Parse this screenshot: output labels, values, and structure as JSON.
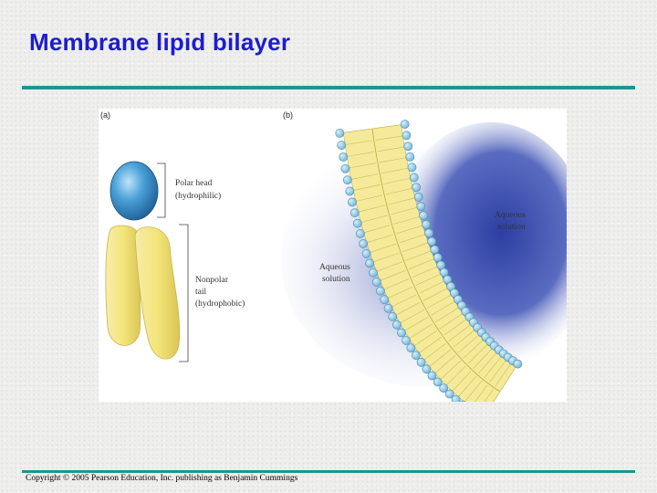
{
  "slide": {
    "title": "Membrane lipid bilayer",
    "copyright": "Copyright © 2005 Pearson Education, Inc. publishing as Benjamin Cummings"
  },
  "figure": {
    "panel_a": {
      "label": "(a)",
      "head_label_1": "Polar head",
      "head_label_2": "(hydrophilic)",
      "tail_label_1": "Nonpolar",
      "tail_label_2": "tail",
      "tail_label_3": "(hydrophobic)"
    },
    "panel_b": {
      "label": "(b)",
      "aqueous_outer_1": "Aqueous",
      "aqueous_outer_2": "solution",
      "aqueous_inner_1": "Aqueous",
      "aqueous_inner_2": "solution"
    }
  },
  "colors": {
    "title": "#1c1cd0",
    "rule": "#1f9494",
    "head": "#4aa0d8",
    "tail": "#f2e47a"
  }
}
